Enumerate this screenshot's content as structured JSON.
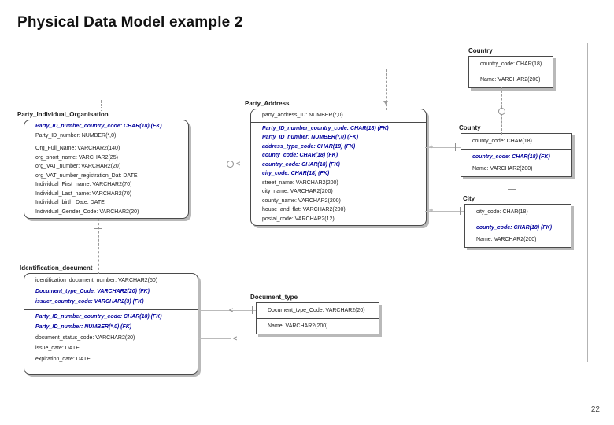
{
  "slide": {
    "title": "Physical Data Model example 2",
    "page_number": "22"
  },
  "colors": {
    "fk_text": "#00009c",
    "entity_border": "#4a4a4a",
    "connector": "#9a9a9a",
    "title_text": "#111111"
  },
  "entities": {
    "party_individual_organisation": {
      "name": "Party_Individual_Organisation",
      "pk": [
        {
          "text": "Party_ID_number_country_code: CHAR(18) (FK)",
          "fk": true
        },
        {
          "text": "Party_ID_number: NUMBER(*,0)",
          "fk": false
        }
      ],
      "attrs": [
        {
          "text": "Org_Full_Name: VARCHAR2(140)",
          "fk": false
        },
        {
          "text": "org_short_name: VARCHAR2(25)",
          "fk": false
        },
        {
          "text": "org_VAT_number: VARCHAR2(20)",
          "fk": false
        },
        {
          "text": "org_VAT_number_registration_Dat: DATE",
          "fk": false
        },
        {
          "text": "Individual_First_name: VARCHAR2(70)",
          "fk": false
        },
        {
          "text": "Individual_Last_name: VARCHAR2(70)",
          "fk": false
        },
        {
          "text": "Individual_birth_Date: DATE",
          "fk": false
        },
        {
          "text": "Individual_Gender_Code: VARCHAR2(20)",
          "fk": false
        }
      ]
    },
    "party_address": {
      "name": "Party_Address",
      "pk": [
        {
          "text": "party_address_ID: NUMBER(*,0)",
          "fk": false
        }
      ],
      "attrs": [
        {
          "text": "Party_ID_number_country_code: CHAR(18) (FK)",
          "fk": true
        },
        {
          "text": "Party_ID_number: NUMBER(*,0) (FK)",
          "fk": true
        },
        {
          "text": "address_type_code: CHAR(18) (FK)",
          "fk": true
        },
        {
          "text": "county_code: CHAR(18) (FK)",
          "fk": true
        },
        {
          "text": "country_code: CHAR(18) (FK)",
          "fk": true
        },
        {
          "text": "city_code: CHAR(18) (FK)",
          "fk": true
        },
        {
          "text": "street_name: VARCHAR2(200)",
          "fk": false
        },
        {
          "text": "city_name: VARCHAR2(200)",
          "fk": false
        },
        {
          "text": "county_name: VARCHAR2(200)",
          "fk": false
        },
        {
          "text": "house_and_flat: VARCHAR2(200)",
          "fk": false
        },
        {
          "text": "postal_code: VARCHAR2(12)",
          "fk": false
        }
      ]
    },
    "country": {
      "name": "Country",
      "pk": [
        {
          "text": "country_code: CHAR(18)",
          "fk": false
        }
      ],
      "attrs": [
        {
          "text": "Name: VARCHAR2(200)",
          "fk": false
        }
      ]
    },
    "county": {
      "name": "County",
      "pk": [
        {
          "text": "county_code: CHAR(18)",
          "fk": false
        }
      ],
      "attrs": [
        {
          "text": "country_code: CHAR(18) (FK)",
          "fk": true
        },
        {
          "text": "Name: VARCHAR2(200)",
          "fk": false
        }
      ]
    },
    "city": {
      "name": "City",
      "pk": [
        {
          "text": "city_code: CHAR(18)",
          "fk": false
        }
      ],
      "attrs": [
        {
          "text": "county_code: CHAR(18) (FK)",
          "fk": true
        },
        {
          "text": "Name: VARCHAR2(200)",
          "fk": false
        }
      ]
    },
    "identification_document": {
      "name": "Identification_document",
      "pk": [
        {
          "text": "identification_document_number: VARCHAR2(50)",
          "fk": false
        },
        {
          "text": "Document_type_Code: VARCHAR2(20) (FK)",
          "fk": true
        },
        {
          "text": "issuer_country_code: VARCHAR2(3) (FK)",
          "fk": true
        }
      ],
      "attrs": [
        {
          "text": "Party_ID_number_country_code: CHAR(18) (FK)",
          "fk": true
        },
        {
          "text": "Party_ID_number: NUMBER(*,0) (FK)",
          "fk": true
        },
        {
          "text": "document_status_code: VARCHAR2(20)",
          "fk": false
        },
        {
          "text": "issue_date: DATE",
          "fk": false
        },
        {
          "text": "expiration_date: DATE",
          "fk": false
        }
      ]
    },
    "document_type": {
      "name": "Document_type",
      "pk": [
        {
          "text": "Document_type_Code: VARCHAR2(20)",
          "fk": false
        }
      ],
      "attrs": [
        {
          "text": "Name: VARCHAR2(200)",
          "fk": false
        }
      ]
    }
  }
}
